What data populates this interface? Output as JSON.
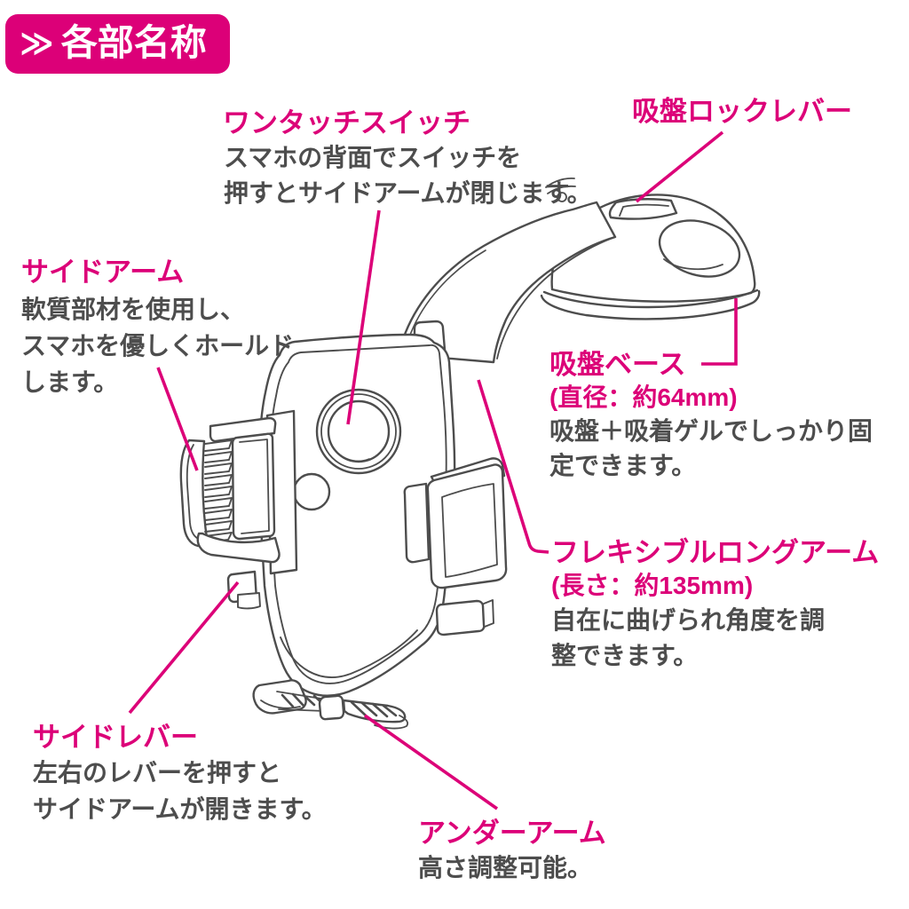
{
  "colors": {
    "accent_pink": "#dc0078",
    "description_gray": "#4d4d4d",
    "line_art": "#4d4d4d",
    "background": "#ffffff"
  },
  "header": {
    "chevron": "≫",
    "title": "各部名称"
  },
  "parts": {
    "one_touch_switch": {
      "name": "ワンタッチスイッチ",
      "desc1": "スマホの背面でスイッチを",
      "desc2": "押すとサイドアームが閉じます。"
    },
    "suction_lock_lever": {
      "name": "吸盤ロックレバー"
    },
    "side_arm": {
      "name": "サイドアーム",
      "desc1": "軟質部材を使用し、",
      "desc2": "スマホを優しくホールド",
      "desc3": "します。"
    },
    "suction_base": {
      "name": "吸盤ベース",
      "spec": "(直径：約64mm)",
      "desc1": "吸盤＋吸着ゲルでしっかり固",
      "desc2": "定できます。"
    },
    "flexible_long_arm": {
      "name": "フレキシブルロングアーム",
      "spec": "(長さ：約135mm)",
      "desc1": "自在に曲げられ角度を調",
      "desc2": "整できます。"
    },
    "side_lever": {
      "name": "サイドレバー",
      "desc1": "左右のレバーを押すと",
      "desc2": "サイドアームが開きます。"
    },
    "under_arm": {
      "name": "アンダーアーム",
      "desc1": "高さ調整可能。"
    }
  }
}
